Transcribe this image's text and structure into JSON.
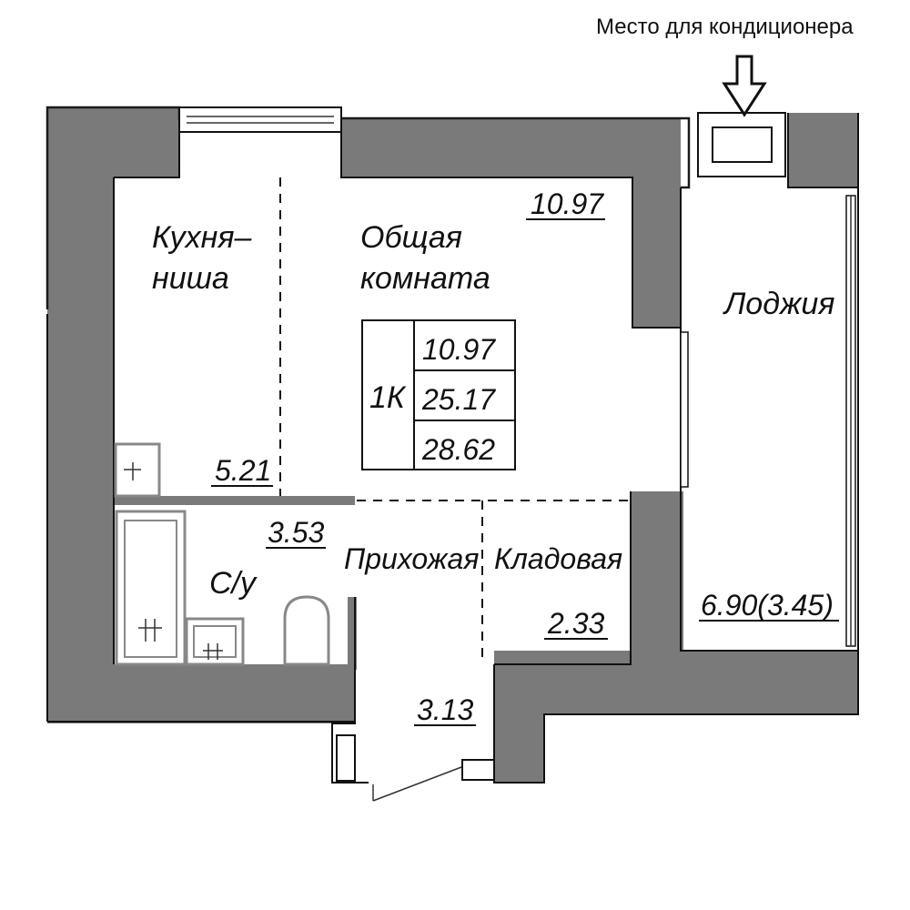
{
  "header": {
    "ac_note": "Место для кондиционера"
  },
  "rooms": {
    "kitchen": {
      "name_line1": "Кухня–",
      "name_line2": "ниша",
      "area": "5.21"
    },
    "living": {
      "name_line1": "Общая",
      "name_line2": "комната",
      "area": "10.97"
    },
    "loggia": {
      "name": "Лоджия",
      "area": "6.90(3.45)"
    },
    "bathroom": {
      "name": "С/у",
      "area": "3.53"
    },
    "hallway": {
      "name": "Прихожая",
      "area": "3.13"
    },
    "storage": {
      "name": "Кладовая",
      "area": "2.33"
    }
  },
  "summary": {
    "type": "1К",
    "living_area": "10.97",
    "total_no_loggia": "25.17",
    "total_with_loggia": "28.62"
  },
  "colors": {
    "wall": "#7a7a7a",
    "line": "#111111"
  }
}
